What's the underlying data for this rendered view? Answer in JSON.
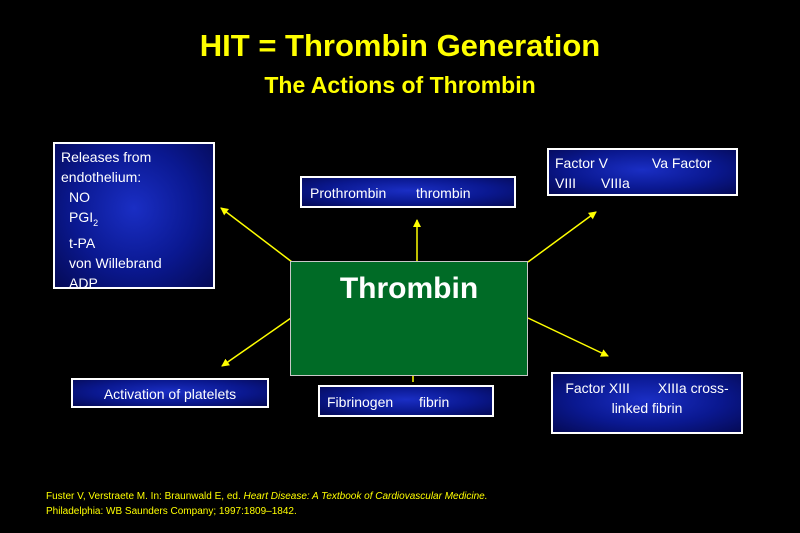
{
  "title": "HIT = Thrombin Generation",
  "subtitle": "The Actions of Thrombin",
  "center_label": "Thrombin",
  "releases": {
    "heading_line1": "Releases from",
    "heading_line2": "endothelium:",
    "items": [
      "NO",
      "PGI",
      "t-PA",
      "von Willebrand",
      "ADP"
    ],
    "pgi_subscript": "2"
  },
  "prothrombin": {
    "from": "Prothrombin",
    "to": "thrombin"
  },
  "factor_v": {
    "line1_a": "Factor V",
    "line1_b": "Va Factor",
    "line2_a": "VIII",
    "line2_b": "VIIIa"
  },
  "platelets": "Activation of platelets",
  "fibrinogen": {
    "from": "Fibrinogen",
    "to": "fibrin"
  },
  "factor_xiii": {
    "a": "Factor XIII",
    "b": "XIIIa cross-",
    "c": "linked fibrin"
  },
  "citation": {
    "line1_plain": "Fuster V, Verstraete M. In: Braunwald E, ed. ",
    "line1_italic": "Heart Disease: A Textbook of Cardiovascular Medicine.",
    "line2": "Philadelphia: WB Saunders Company; 1997:1809–1842."
  },
  "colors": {
    "title": "#ffff00",
    "arrows": "#ffff00",
    "center_fill": "#006b26",
    "box_fill": "#0a1890",
    "box_border": "#ffffff"
  },
  "icons": [
    "arrow-icon"
  ]
}
